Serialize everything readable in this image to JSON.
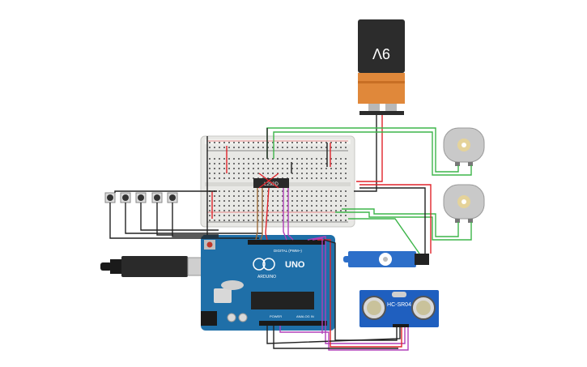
{
  "battery": {
    "label": "9V",
    "colors": {
      "top": "#2b2b2b",
      "bottom": "#e08a3c",
      "terminal": "#9a9a9a"
    }
  },
  "ic": {
    "label": "L293D"
  },
  "arduino": {
    "brand": "UNO",
    "subtitle": "ARDUINO",
    "digital_label": "DIGITAL (PWM~)",
    "power_label": "POWER",
    "analog_label": "ANALOG IN",
    "color": "#1f6fa8"
  },
  "sensor": {
    "label": "HC-SR04",
    "color": "#1f5fbf"
  },
  "colors": {
    "wire_red": "#e0242b",
    "wire_black": "#222222",
    "wire_green": "#3db54a",
    "wire_purple": "#b03fb8",
    "wire_brown": "#9a6a3a",
    "breadboard": "#e9e9e6"
  },
  "components": {
    "buttons_count": 5,
    "motors": [
      "dc-motor-top",
      "dc-motor-bottom"
    ],
    "servo": "micro-servo"
  }
}
